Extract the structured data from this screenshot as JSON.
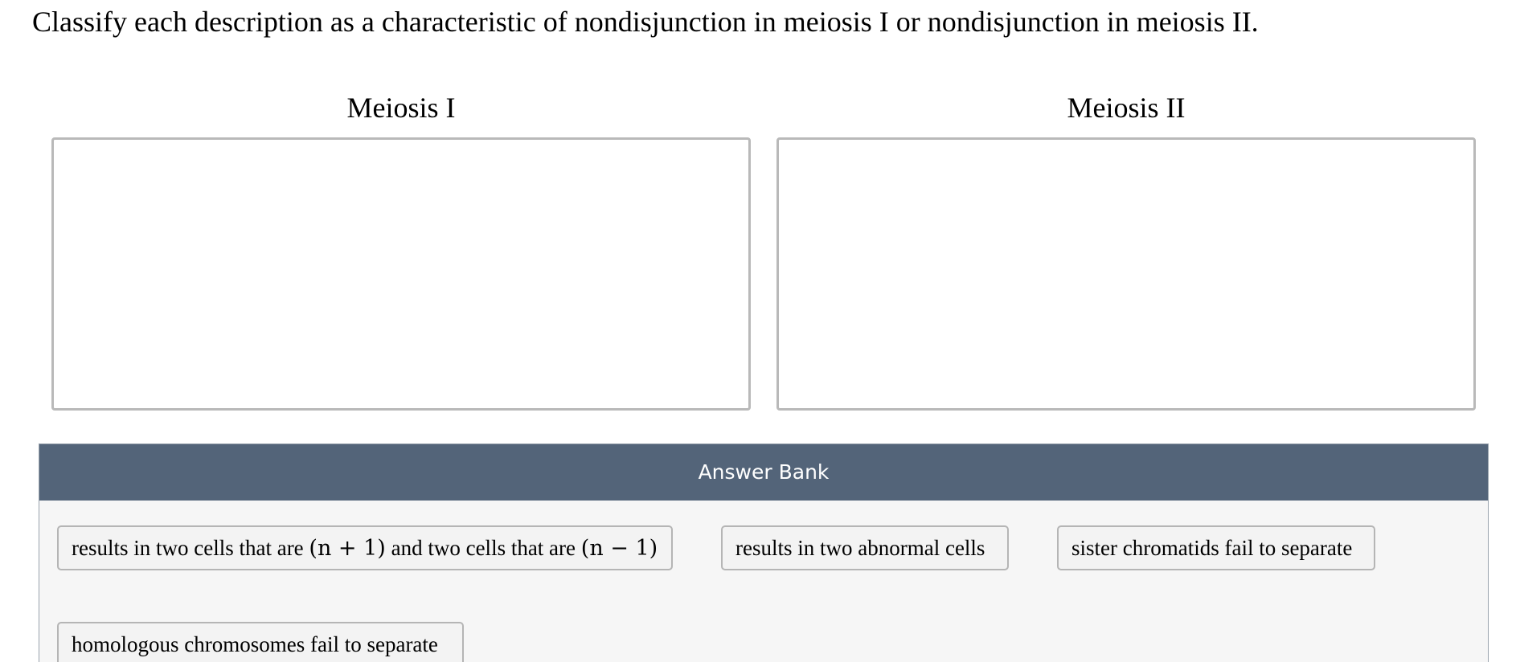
{
  "question": {
    "prompt": "Classify each description as a characteristic of nondisjunction in meiosis I or nondisjunction in meiosis II."
  },
  "categories": [
    {
      "title": "Meiosis I"
    },
    {
      "title": "Meiosis II"
    }
  ],
  "answer_bank": {
    "title": "Answer Bank",
    "items": [
      {
        "label": "results in two cells that are (n + 1) and two cells that are (n − 1)",
        "parts": {
          "pre": "results in two cells that are ",
          "math1": "(n + 1)",
          "mid": " and two cells that are ",
          "math2": "(n − 1)"
        }
      },
      {
        "label": "results in two abnormal cells"
      },
      {
        "label": "sister chromatids fail to separate"
      },
      {
        "label": "homologous chromosomes fail to separate"
      }
    ]
  },
  "colors": {
    "bank_header": "#536479",
    "bank_background": "#f6f6f6",
    "dropzone_border": "#b9b9b9",
    "chip_background": "#f3f3f3",
    "chip_border": "#b5b5b5"
  }
}
